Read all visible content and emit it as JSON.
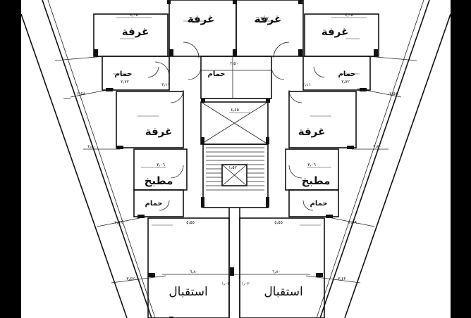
{
  "rooms": {
    "bedroom": "غرفة",
    "bath": "حمام",
    "kitchen": "مطبخ",
    "reception": "استقبال"
  },
  "dims": {
    "d1": "٤٫١٥",
    "d2": "٣٫٠٧",
    "d3": "٤٫١٥",
    "d4": "٢٫٥٨",
    "d5": "٢٫٨٠",
    "d6": "٢٫٧٢",
    "d7": "٤٫٤٥",
    "d8": "٢٫٥٠",
    "d9": "٣٫٠٦",
    "d10": "١٫٥٢",
    "d11": "٥٫٥٥",
    "d12": "٦٫٨٠",
    "d13": "١٫٠٢",
    "d14": "٢٫٦٩",
    "d15": "٣٫٤٢",
    "d16": "٢٫١١"
  }
}
